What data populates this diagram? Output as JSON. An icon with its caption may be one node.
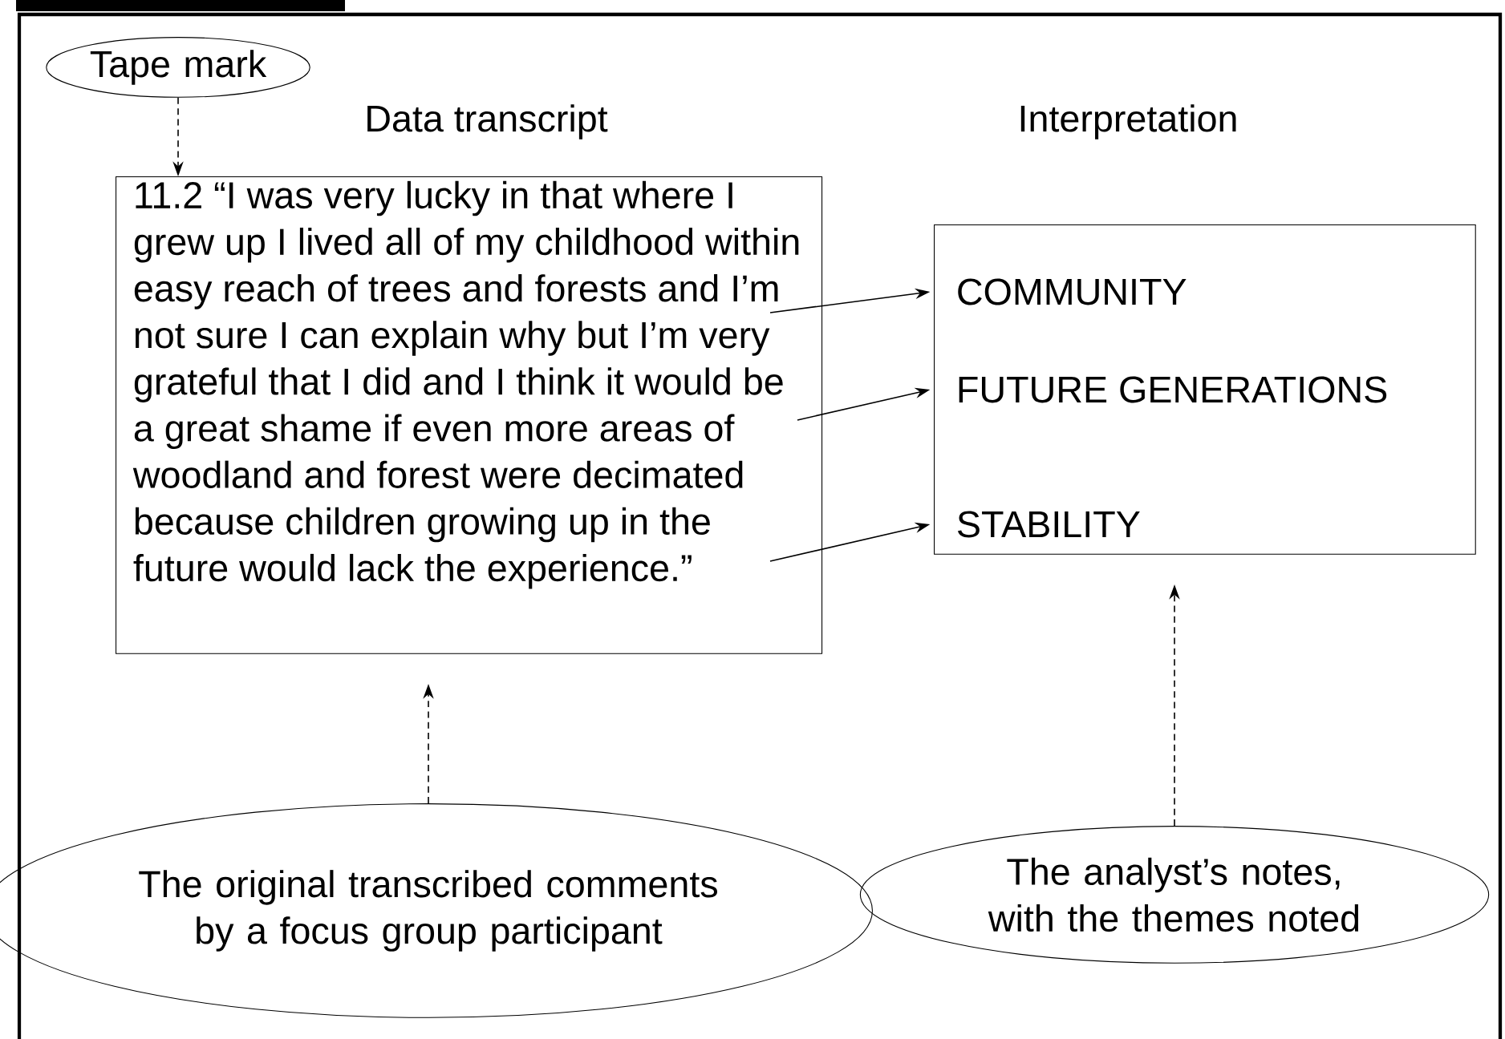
{
  "diagram": {
    "nodes": [
      {
        "text": [
          "Tape mark"
        ]
      },
      {
        "text": [
          "Data transcript",
          "11.2 “I was very lucky in that where I grew up I lived all of my childhood within easy reach of trees and forests and I’m not sure I can explain why but I’m very grateful that I did and I think it would be a great shame if even more areas of woodland and forest were decimated because children growing up in the future would lack the experience.”"
        ]
      },
      {
        "text": [
          "Interpretation"
        ]
      },
      {
        "text": [
          "COMMUNITY"
        ],
        "in": 2
      },
      {
        "text": [
          "FUTURE GENERATIONS"
        ],
        "in": 2
      },
      {
        "text": [
          "STABILITY"
        ],
        "in": 2
      },
      {
        "text": [
          "The original transcribed comments by a focus group participant"
        ]
      },
      {
        "text": [
          "The analyst’s notes, with the themes noted"
        ]
      }
    ],
    "edges": [
      {
        "from": 0,
        "to": 1,
        "arrow": "to",
        "style": "dashed"
      },
      {
        "from": 1,
        "to": 3,
        "arrow": "to"
      },
      {
        "from": 1,
        "to": 4,
        "arrow": "to"
      },
      {
        "from": 1,
        "to": 5,
        "arrow": "to"
      },
      {
        "from": 6,
        "to": 1,
        "arrow": "to",
        "style": "dashed"
      },
      {
        "from": 7,
        "to": 2,
        "arrow": "to",
        "style": "dashed"
      }
    ]
  }
}
